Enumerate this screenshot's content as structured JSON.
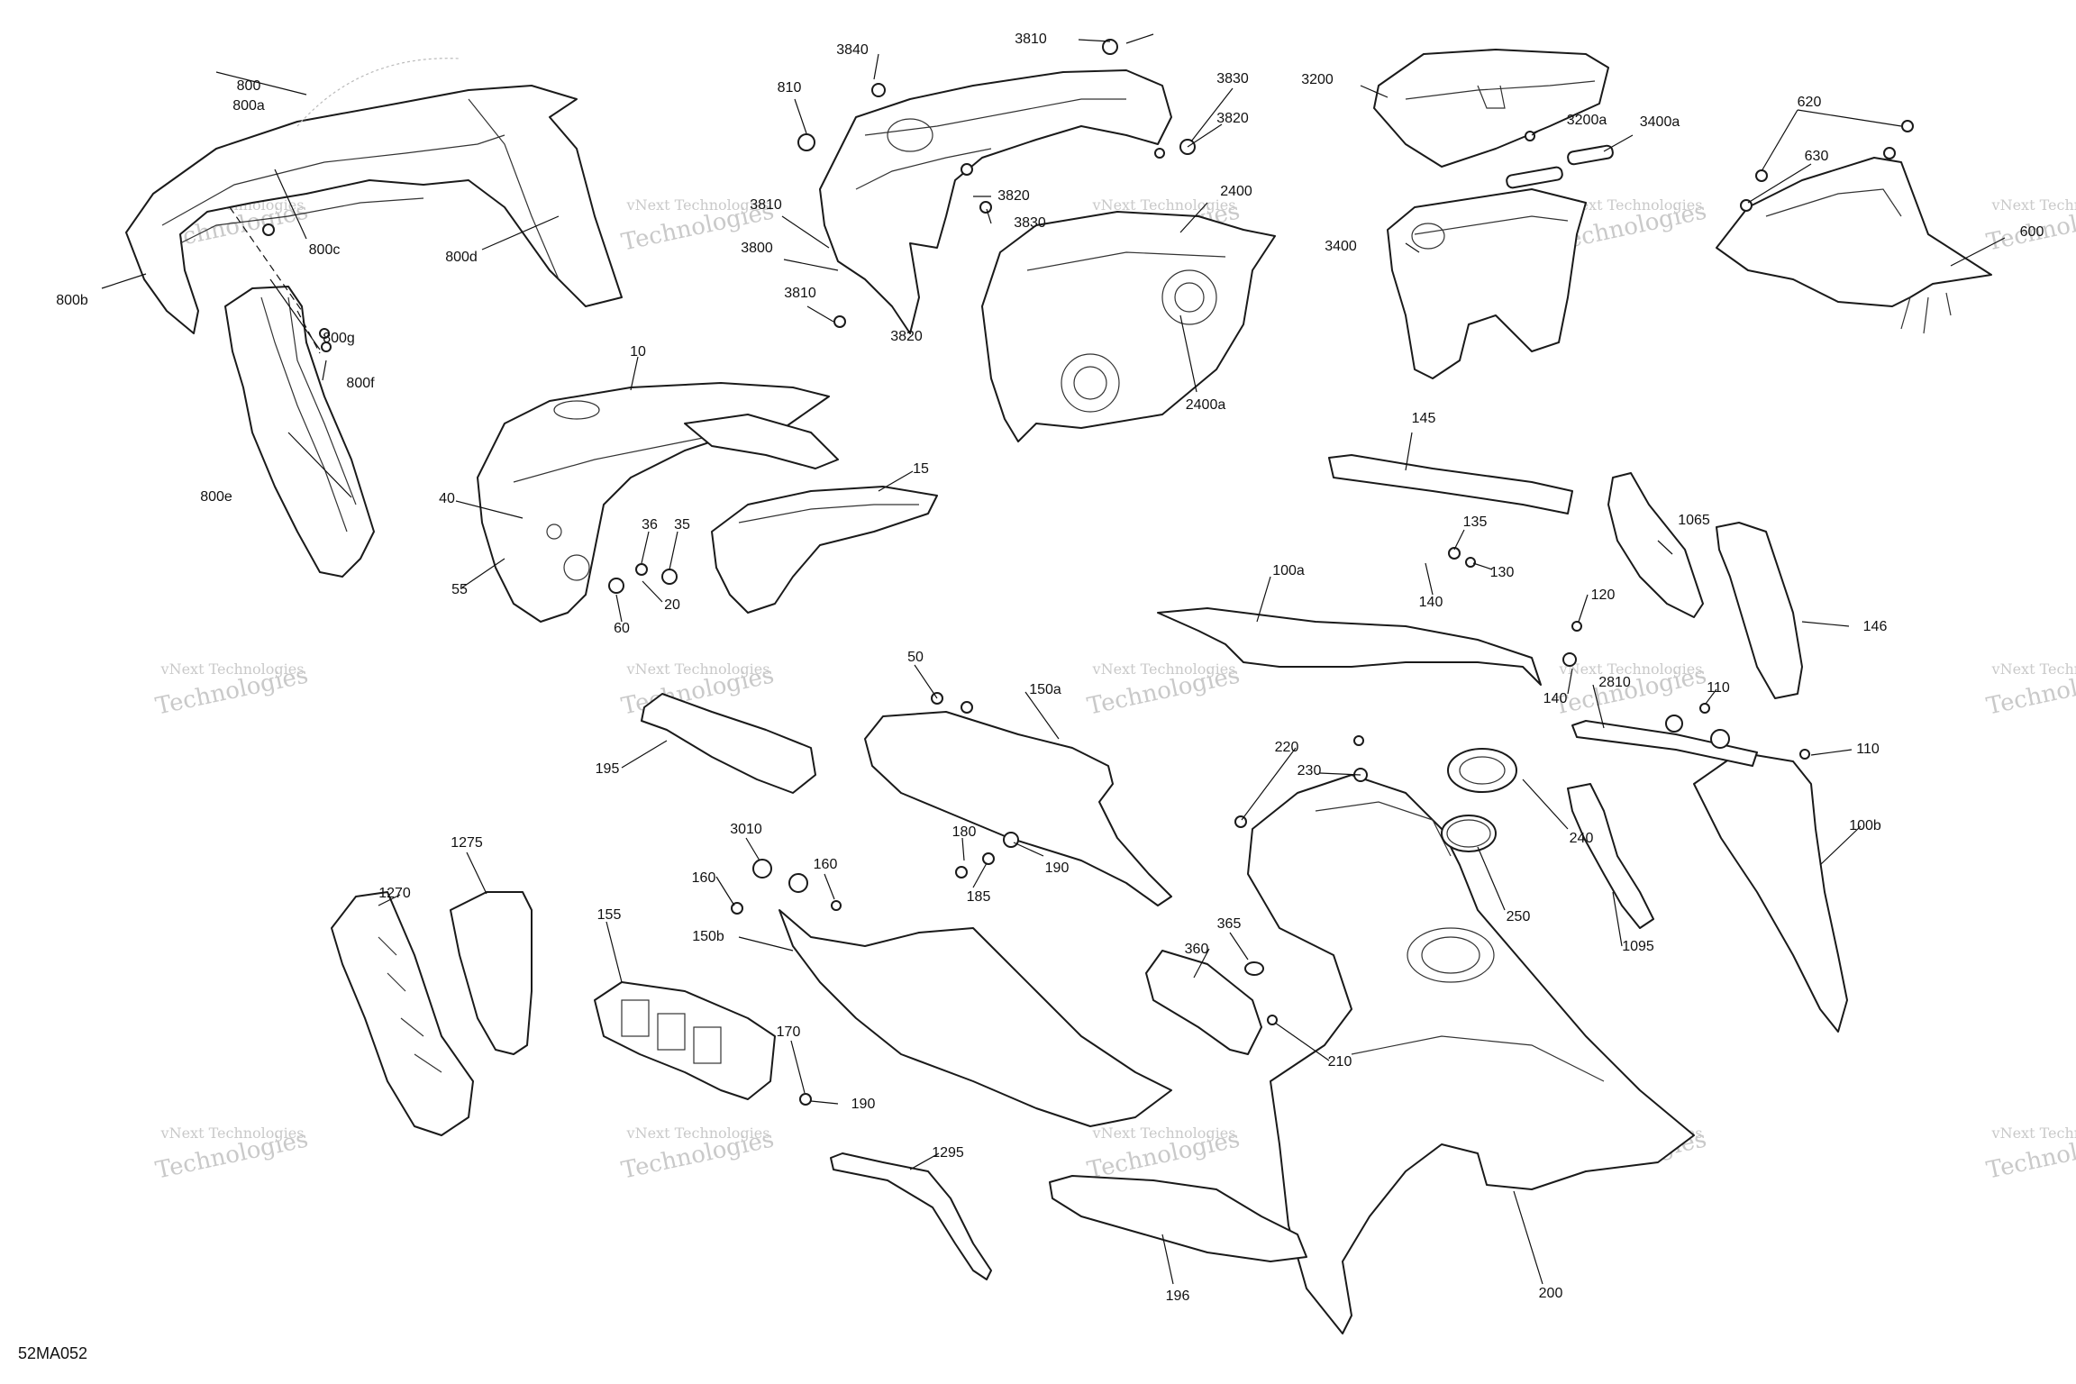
{
  "diagram": {
    "code": "52MA052",
    "watermark": [
      "vNext Technologies",
      "Technologies"
    ],
    "labels": [
      "800",
      "800a",
      "800b",
      "800c",
      "800d",
      "800e",
      "800f",
      "800g",
      "3840",
      "3810",
      "810",
      "3830",
      "3820",
      "3810",
      "3800",
      "3810",
      "3820",
      "3820",
      "3830",
      "2400",
      "2400a",
      "3200",
      "3200a",
      "3400a",
      "3400",
      "620",
      "630",
      "600",
      "10",
      "15",
      "40",
      "36",
      "35",
      "55",
      "20",
      "60",
      "145",
      "135",
      "130",
      "140",
      "1065",
      "146",
      "100a",
      "120",
      "140",
      "2810",
      "110",
      "110",
      "100b",
      "50",
      "150a",
      "195",
      "180",
      "190",
      "185",
      "220",
      "230",
      "240",
      "250",
      "1095",
      "3010",
      "160",
      "160",
      "150b",
      "155",
      "1275",
      "1270",
      "365",
      "360",
      "210",
      "170",
      "190",
      "1295",
      "196",
      "200"
    ]
  }
}
